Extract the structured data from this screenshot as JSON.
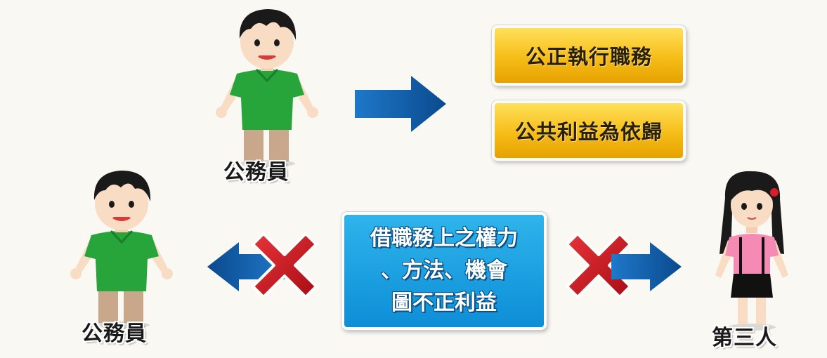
{
  "top": {
    "person_label": "公務員",
    "box1": "公正執行職務",
    "box2": "公共利益為依歸"
  },
  "bottom": {
    "left_person_label": "公務員",
    "center_lines": [
      "借職務上之權力",
      "、方法、機會",
      "圖不正利益"
    ],
    "right_person_label": "第三人"
  },
  "colors": {
    "arrow_blue": "#0d5aa6",
    "cross_red": "#c9141b",
    "gold": "#f6bd17",
    "box_blue": "#1ba2e2",
    "shirt_green": "#27a53b",
    "shirt_pink": "#f58ab4"
  }
}
